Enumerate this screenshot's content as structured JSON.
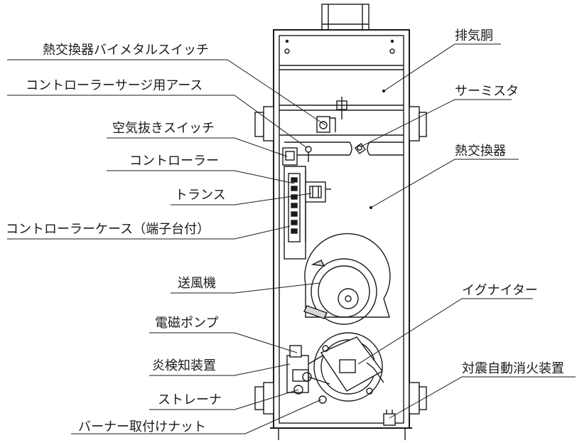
{
  "labels_left": [
    "熱交換器バイメタルスイッチ",
    "コントローラーサージ用アース",
    "空気抜きスイッチ",
    "コントローラー",
    "トランス",
    "コントローラーケース（端子台付）",
    "送風機",
    "電磁ポンプ",
    "炎検知装置",
    "ストレーナ",
    "バーナー取付けナット"
  ],
  "labels_right": [
    "排気胴",
    "サーミスタ",
    "熱交換器",
    "イグナイター",
    "対震自動消火装置"
  ],
  "colors": {
    "line": "#1a1a1a",
    "fill": "#ffffff",
    "shade": "#d8d8d8"
  }
}
